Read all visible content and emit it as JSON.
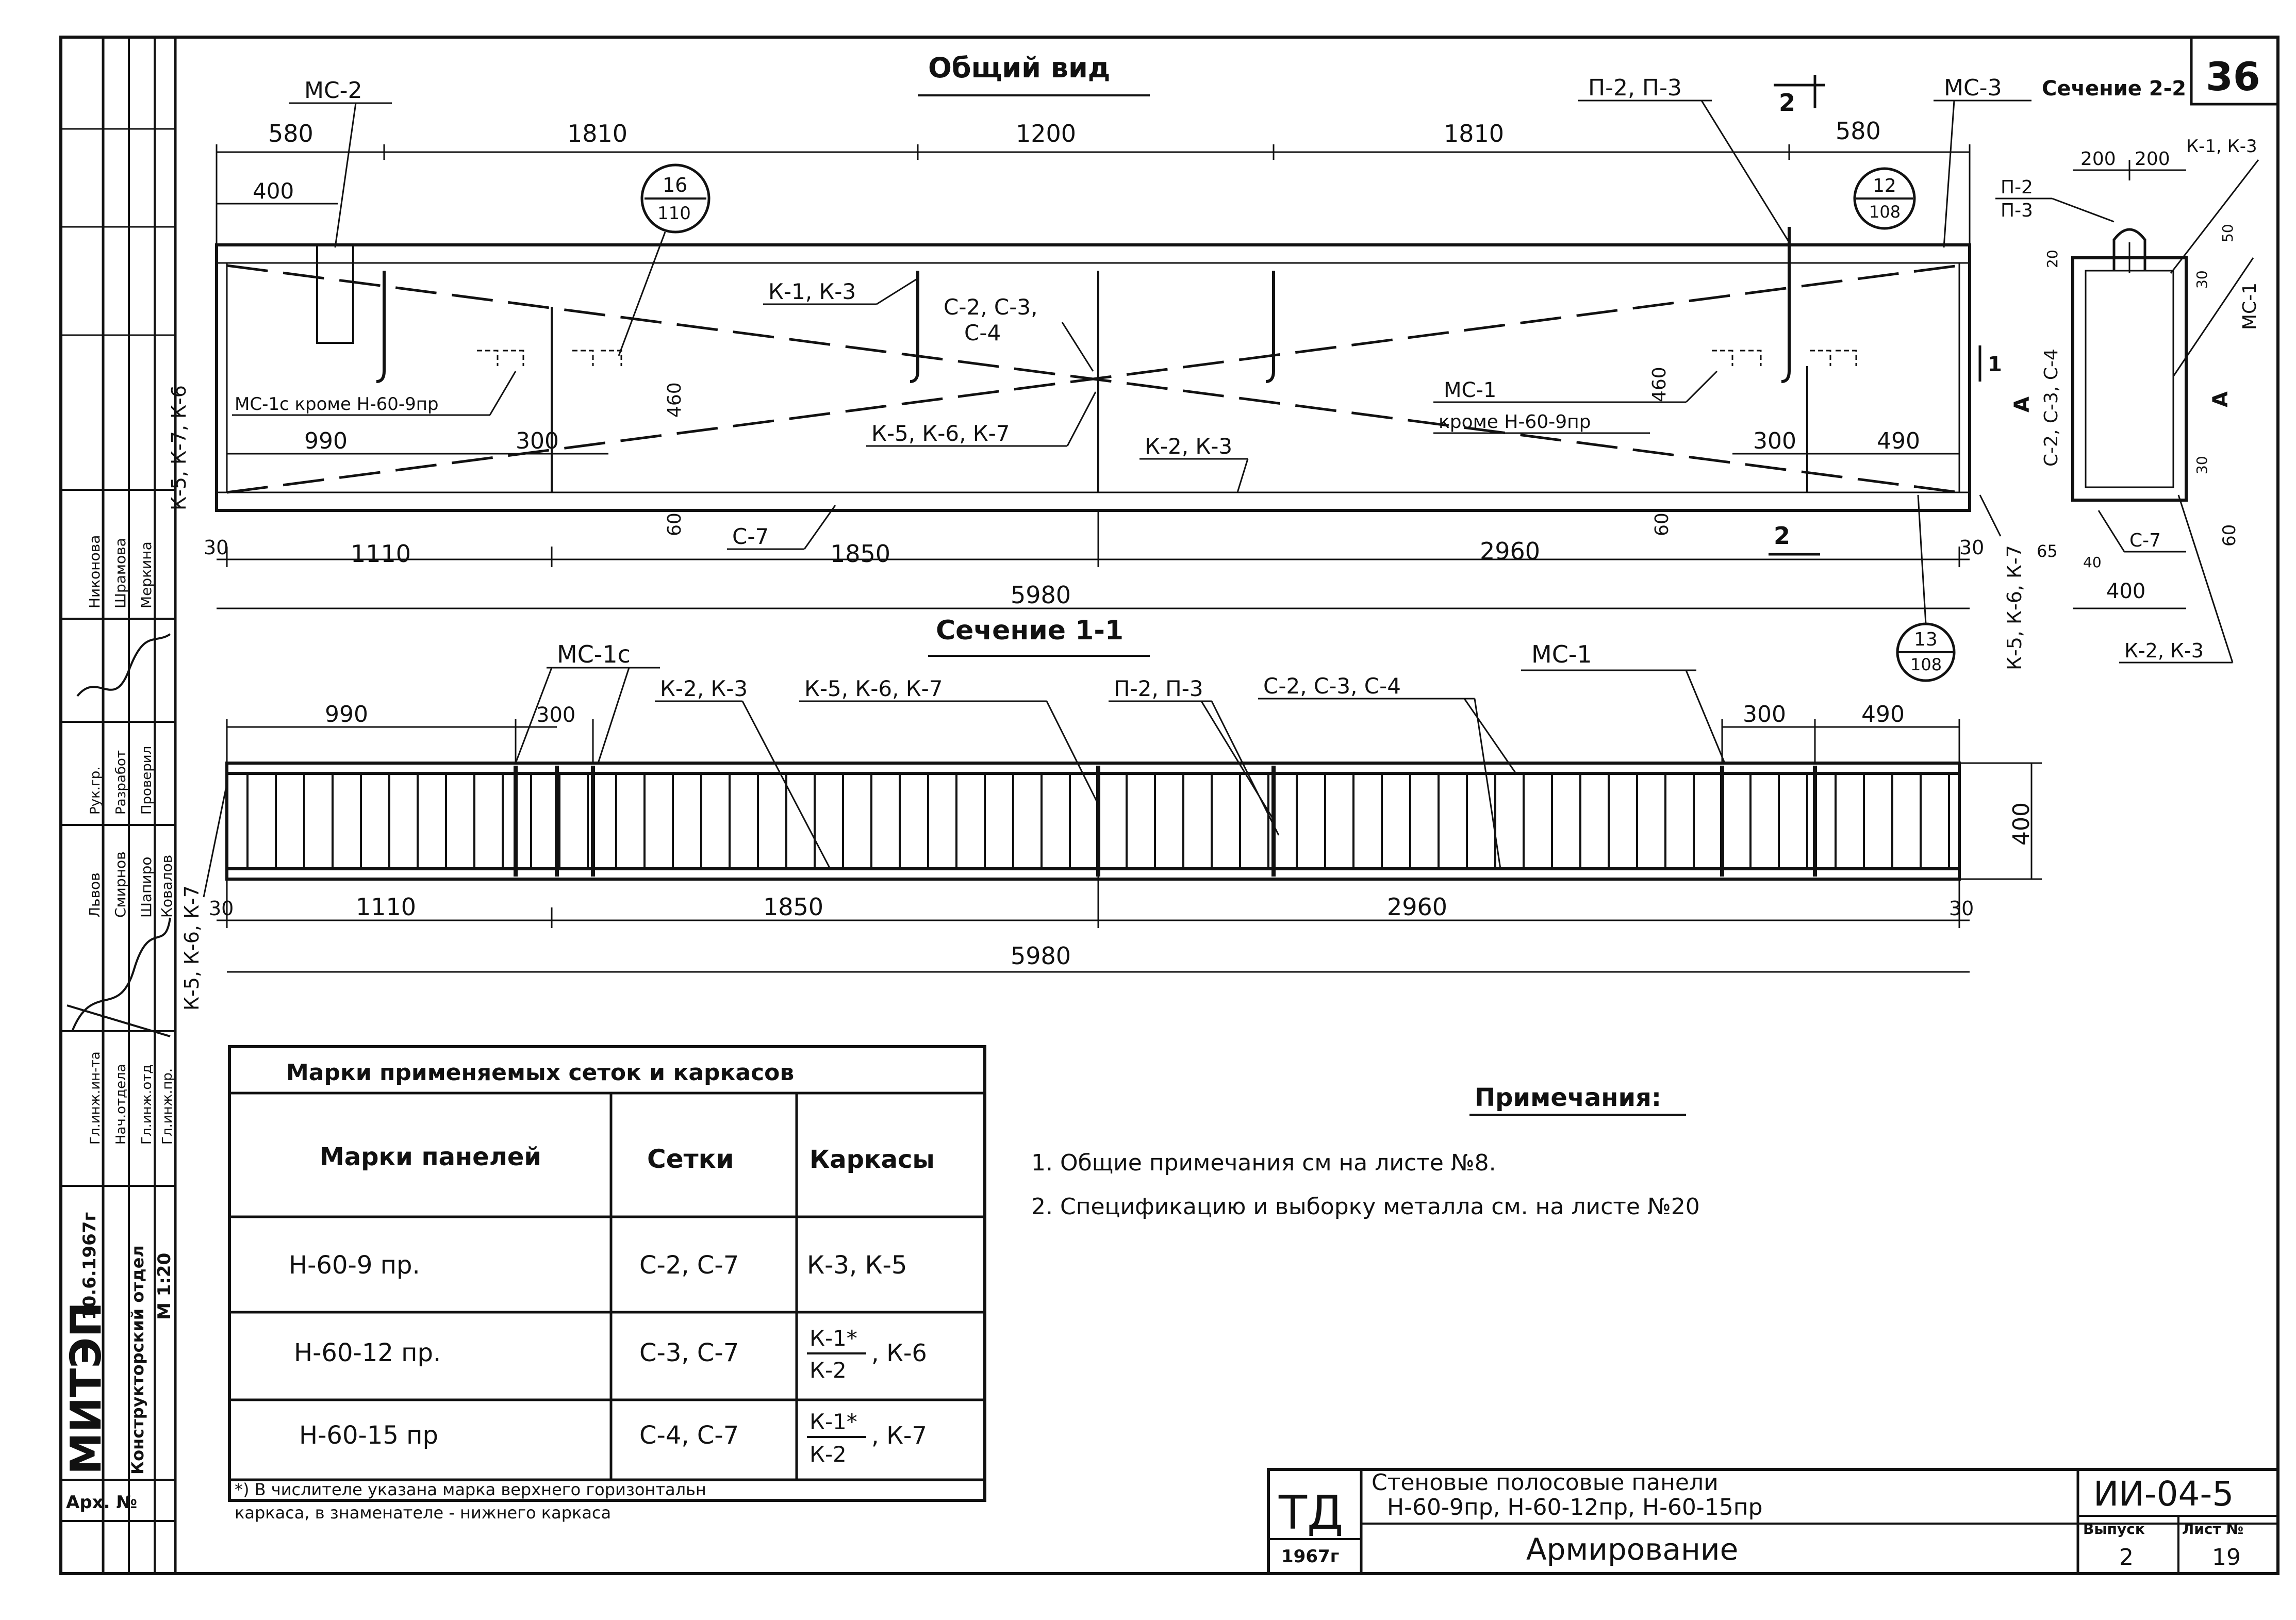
{
  "sheet_number": "36",
  "headings": {
    "general_view": "Общий вид",
    "section_1_1": "Сечение 1-1",
    "section_2_2": "Сечение 2-2"
  },
  "general_view": {
    "dims_top": [
      "580",
      "1810",
      "1200",
      "1810",
      "580"
    ],
    "dim_400": "400",
    "dims_bottom": [
      "30",
      "1110",
      "1850",
      "2960",
      "30"
    ],
    "total": "5980",
    "inner_dims_left": [
      "990",
      "300",
      "460",
      "60"
    ],
    "inner_dims_right": [
      "460",
      "300",
      "490",
      "60"
    ],
    "labels": {
      "mc2": "МС-2",
      "mc3": "МС-3",
      "p2p3": "П-2, П-3",
      "k1k3": "К-1, К-3",
      "c2c3": "С-2, С-3,",
      "c4": "С-4",
      "k5k6k7": "К-5, К-6, К-7",
      "k2k3": "К-2, К-3",
      "c7": "С-7",
      "mc1c": "МС-1с кроме Н-60-9пр",
      "mc1": "МС-1",
      "mc1_except": "кроме Н-60-9пр",
      "left_side": "К-5, К-7, К-6",
      "right_side": "К-5, К-6, К-7",
      "cut_2_top": "2",
      "cut_2_bottom": "2",
      "cut_1": "1"
    },
    "callouts": [
      {
        "num": "16",
        "den": "110"
      },
      {
        "num": "12",
        "den": "108"
      },
      {
        "num": "13",
        "den": "108"
      }
    ]
  },
  "section_2_2": {
    "dims_top": [
      "200",
      "200"
    ],
    "dim_width": "400",
    "labels": {
      "k1k3": "К-1, К-3",
      "p2": "П-2",
      "p3": "П-3",
      "mc1": "МС-1",
      "a": "А",
      "c7": "С-7",
      "c_side": "С-2, С-3, С-4",
      "k2k3": "К-2, К-3",
      "d20": "20",
      "d30": "30",
      "d50": "50",
      "d60": "60",
      "d65": "65",
      "d40": "40"
    }
  },
  "section_1_1": {
    "dims_top": [
      "990",
      "300",
      "300",
      "490"
    ],
    "dims_bottom": [
      "30",
      "1110",
      "1850",
      "2960",
      "30"
    ],
    "total": "5980",
    "height": "400",
    "labels": {
      "mc1c": "МС-1с",
      "mc1": "МС-1",
      "k2k3": "К-2, К-3",
      "k5k6k7": "К-5, К-6, К-7",
      "p2p3": "П-2, П-3",
      "c2c3c4": "С-2, С-3, С-4",
      "left_side": "К-5, К-6, К-7"
    }
  },
  "table": {
    "title": "Марки применяемых сеток и каркасов",
    "headers": [
      "Марки панелей",
      "Сетки",
      "Каркасы"
    ],
    "rows": [
      {
        "panel": "Н-60-9 пр.",
        "mesh": "С-2, С-7",
        "frame": "К-3, К-5",
        "frame_num": "",
        "frame_den": ""
      },
      {
        "panel": "Н-60-12 пр.",
        "mesh": "С-3, С-7",
        "frame": ", К-6",
        "frame_num": "К-1*",
        "frame_den": "К-2"
      },
      {
        "panel": "Н-60-15 пр",
        "mesh": "С-4, С-7",
        "frame": ", К-7",
        "frame_num": "К-1*",
        "frame_den": "К-2"
      }
    ],
    "footnote_line1": "*) В числителе указана марка верхнего горизонтальн",
    "footnote_line2": "каркаса, в знаменателе - нижнего каркаса"
  },
  "notes": {
    "title": "Примечания:",
    "items": [
      "1. Общие примечания см на листе №8.",
      "2. Спецификацию и выборку металла см. на листе №20"
    ]
  },
  "sidebar": {
    "org": "МИТЭП",
    "dept": "Конструкторский отдел",
    "archive": "Арх. №",
    "date": "10.6.1967г",
    "scale": "М 1:20",
    "roles": [
      "Гл.инж.ин-та",
      "Нач.отдела",
      "Гл.инж.отд",
      "Гл.инж.пр.",
      "Рук.гр.",
      "Разработ",
      "Проверил"
    ],
    "names": [
      "Львов",
      "Смирнов",
      "Шапиро",
      "Ковалов",
      "Никонова",
      "Шрамова",
      "Меркина"
    ]
  },
  "title_block": {
    "td": "ТД",
    "year": "1967г",
    "title_line1": "Стеновые полосовые панели",
    "title_line2": "Н-60-9пр, Н-60-12пр, Н-60-15пр",
    "subtitle": "Армирование",
    "code": "ИИ-04-5",
    "issue_label": "Выпуск",
    "issue": "2",
    "sheet_label": "Лист №",
    "sheet": "19"
  }
}
